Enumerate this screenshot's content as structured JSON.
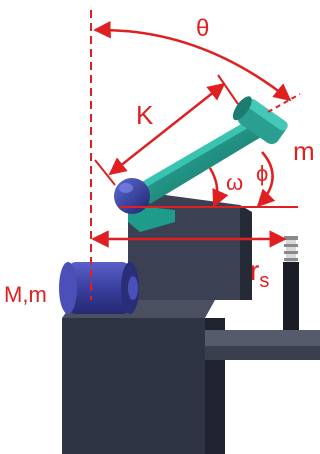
{
  "labels": {
    "theta": "θ",
    "k": "K",
    "m": "m",
    "omega": "ω",
    "phi": "ϕ",
    "r": "r",
    "r_sub": "s",
    "mass": "M,m"
  },
  "colors": {
    "annotation": "#e02020",
    "arm": "#1f9b8c",
    "arm_dark": "#136b60",
    "roller": "#3a3fa0",
    "frame": "#2f3444",
    "frame_light": "#4a5060",
    "frame_dark": "#1f2330"
  }
}
